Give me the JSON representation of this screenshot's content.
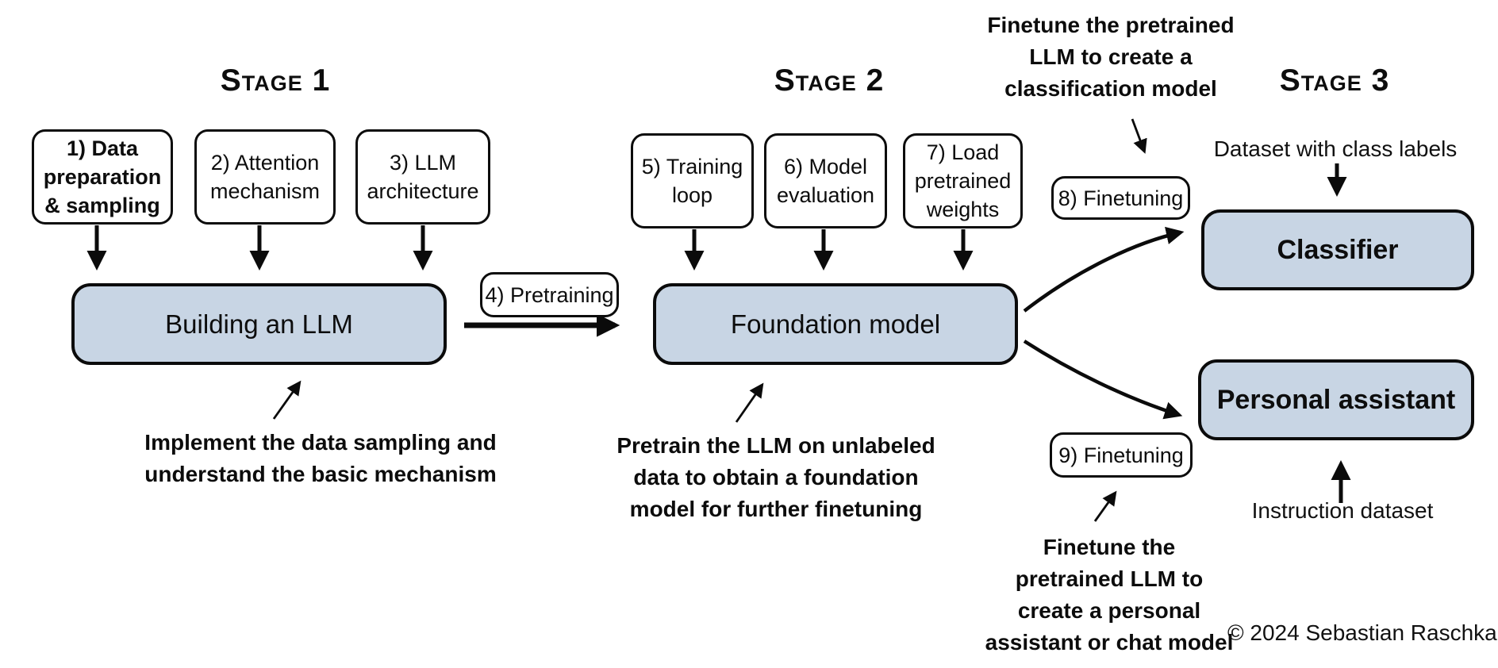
{
  "titles": {
    "stage1": "Stage 1",
    "stage2": "Stage 2",
    "stage3": "Stage 3"
  },
  "step_boxes": {
    "s1": "1) Data\npreparation\n& sampling",
    "s2": "2) Attention\nmechanism",
    "s3": "3) LLM\narchitecture",
    "s4": "4) Pretraining",
    "s5": "5) Training\nloop",
    "s6": "6) Model\nevaluation",
    "s7": "7) Load\npretrained\nweights",
    "s8": "8) Finetuning",
    "s9": "9) Finetuning"
  },
  "model_boxes": {
    "building": "Building an LLM",
    "foundation": "Foundation model",
    "classifier": "Classifier",
    "assistant": "Personal assistant"
  },
  "annotations": {
    "stage1_note": "Implement the data sampling and\nunderstand the basic mechanism",
    "stage2_note": "Pretrain the LLM on unlabeled\ndata to obtain a foundation\nmodel for further finetuning",
    "classifier_note": "Finetune the pretrained\nLLM to create a\nclassification model",
    "assistant_note": "Finetune the\npretrained LLM to\ncreate a personal\nassistant or chat model"
  },
  "labels": {
    "dataset_class": "Dataset with class labels",
    "instruction_dataset": "Instruction dataset",
    "copyright": "© 2024 Sebastian Raschka"
  },
  "colors": {
    "box_fill": "#c8d5e4",
    "stroke": "#0b0b0b"
  }
}
